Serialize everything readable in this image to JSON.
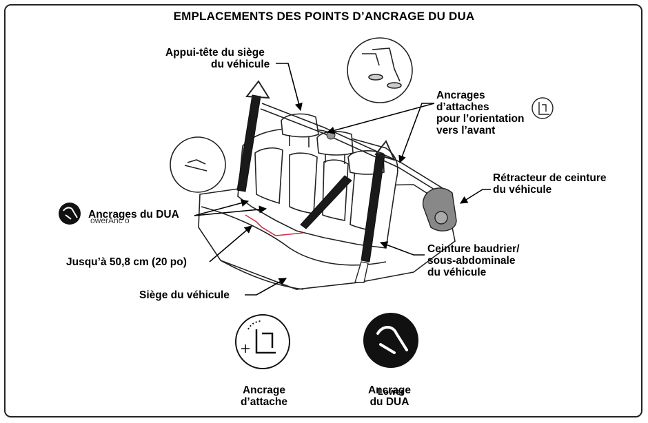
{
  "title": "EMPLACEMENTS DES POINTS D’ANCRAGE DU DUA",
  "labels": {
    "headrest": [
      "Appui-tête du siège",
      "du véhicule"
    ],
    "tether_anchors": [
      "Ancrages",
      "d’attaches",
      "pour l’orientation",
      "vers l’avant"
    ],
    "retractor": [
      "Rétracteur de ceinture",
      "du véhicule"
    ],
    "lower_anchors": "Ancrages du DUA",
    "lower_anchors_overlay": "owerAnc o",
    "distance": "Jusqu’à 50,8 cm (20 po)",
    "shoulder_belt": [
      "Ceinture baudrier/",
      "sous-abdominale",
      "du véhicule"
    ],
    "seat": "Siège du véhicule"
  },
  "legend": {
    "tether": [
      "Ancrage",
      "d’attache"
    ],
    "lower": [
      "Ancrage",
      "du DUA"
    ],
    "lower_overlay": "Lower"
  },
  "icons": [
    "tether-anchor-icon",
    "lower-anchor-icon"
  ]
}
